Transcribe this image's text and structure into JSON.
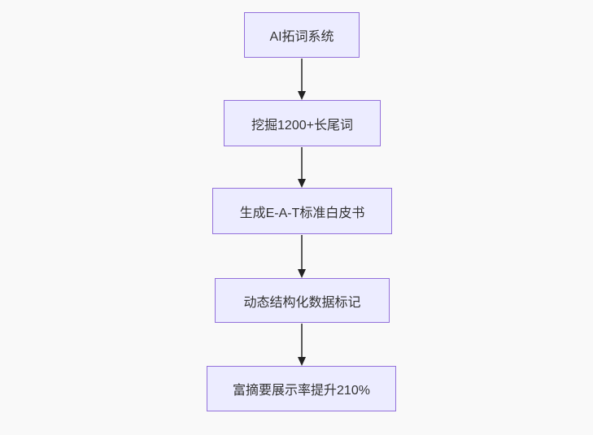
{
  "diagram": {
    "type": "flowchart",
    "direction": "top-down",
    "nodes": [
      {
        "label": "AI拓词系统"
      },
      {
        "label": "挖掘1200+长尾词"
      },
      {
        "label": "生成E-A-T标准白皮书"
      },
      {
        "label": "动态结构化数据标记"
      },
      {
        "label": "富摘要展示率提升210%"
      }
    ],
    "edges": [
      {
        "from": 0,
        "to": 1
      },
      {
        "from": 1,
        "to": 2
      },
      {
        "from": 2,
        "to": 3
      },
      {
        "from": 3,
        "to": 4
      }
    ],
    "colors": {
      "background": "#f9f9f9",
      "node_fill": "#ececff",
      "node_border": "#9370db",
      "node_text": "#333333",
      "edge_line": "#5a5a5a",
      "arrowhead": "#222222"
    }
  }
}
